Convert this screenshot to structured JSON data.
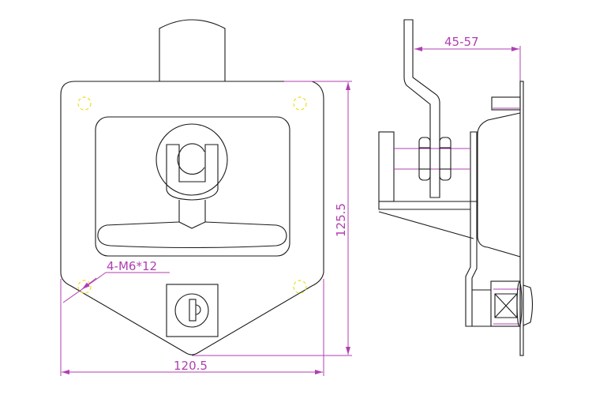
{
  "drawing": {
    "front_view": {
      "width_dimension": "120.5",
      "height_dimension": "125.5",
      "mounting_note": "4-M6*12"
    },
    "side_view": {
      "depth_dimension": "45-57"
    },
    "colors": {
      "outline": "#1a1a1a",
      "dimension": "#b040b0",
      "holes": "#e8e020"
    }
  }
}
